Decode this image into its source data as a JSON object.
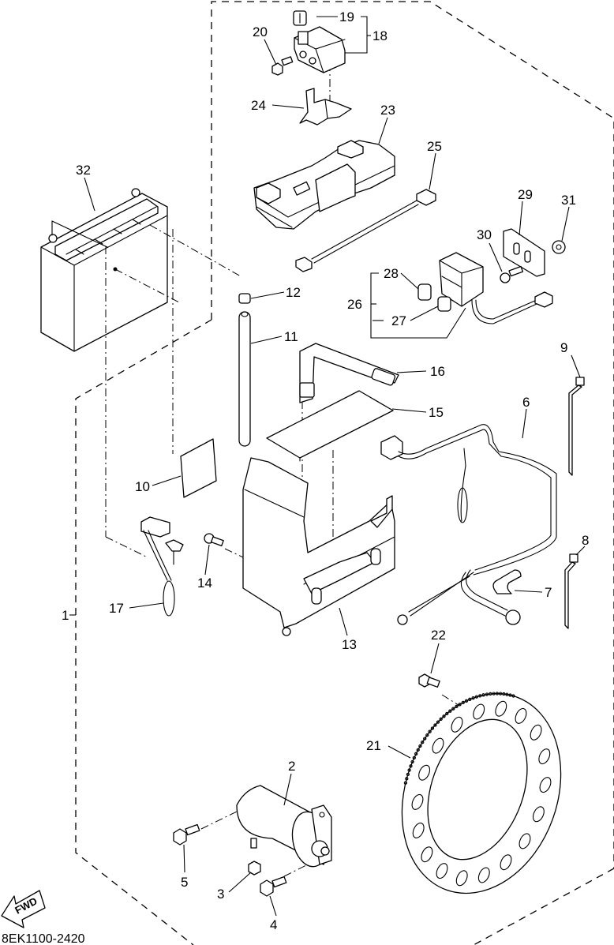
{
  "diagram": {
    "title": "Electrical parts exploded view",
    "drawing_code": "8EK1100-2420",
    "direction_indicator": "FWD",
    "group_outline": "dashed",
    "callouts": {
      "c1": "1",
      "c2": "2",
      "c3": "3",
      "c4": "4",
      "c5": "5",
      "c6": "6",
      "c7": "7",
      "c8": "8",
      "c9": "9",
      "c10": "10",
      "c11": "11",
      "c12": "12",
      "c13": "13",
      "c14": "14",
      "c15": "15",
      "c16": "16",
      "c17": "17",
      "c18": "18",
      "c19": "19",
      "c20": "20",
      "c21": "21",
      "c22": "22",
      "c23": "23",
      "c24": "24",
      "c25": "25",
      "c26": "26",
      "c27": "27",
      "c28": "28",
      "c29": "29",
      "c30": "30",
      "c31": "31",
      "c32": "32"
    },
    "parts": [
      {
        "ref": "1",
        "depicts": "assembly group (dashed outline)"
      },
      {
        "ref": "2",
        "depicts": "starter motor"
      },
      {
        "ref": "3",
        "depicts": "nut"
      },
      {
        "ref": "4",
        "depicts": "bolt"
      },
      {
        "ref": "5",
        "depicts": "bolt"
      },
      {
        "ref": "6",
        "depicts": "starter motor lead wire"
      },
      {
        "ref": "7",
        "depicts": "wire clamp"
      },
      {
        "ref": "8",
        "depicts": "cable tie"
      },
      {
        "ref": "9",
        "depicts": "cable tie"
      },
      {
        "ref": "10",
        "depicts": "pad"
      },
      {
        "ref": "11",
        "depicts": "breather pipe"
      },
      {
        "ref": "12",
        "depicts": "clip"
      },
      {
        "ref": "13",
        "depicts": "battery box"
      },
      {
        "ref": "14",
        "depicts": "bolt"
      },
      {
        "ref": "15",
        "depicts": "battery pad"
      },
      {
        "ref": "16",
        "depicts": "battery band"
      },
      {
        "ref": "17",
        "depicts": "negative lead"
      },
      {
        "ref": "18",
        "depicts": "starter relay"
      },
      {
        "ref": "19",
        "depicts": "fuse"
      },
      {
        "ref": "20",
        "depicts": "screw"
      },
      {
        "ref": "21",
        "depicts": "starter ring gear"
      },
      {
        "ref": "22",
        "depicts": "bolt"
      },
      {
        "ref": "23",
        "depicts": "relay cover"
      },
      {
        "ref": "24",
        "depicts": "bracket"
      },
      {
        "ref": "25",
        "depicts": "lead wire"
      },
      {
        "ref": "26",
        "depicts": "fuse box assembly"
      },
      {
        "ref": "27",
        "depicts": "fuse"
      },
      {
        "ref": "28",
        "depicts": "fuse"
      },
      {
        "ref": "29",
        "depicts": "bracket"
      },
      {
        "ref": "30",
        "depicts": "screw"
      },
      {
        "ref": "31",
        "depicts": "nut"
      },
      {
        "ref": "32",
        "depicts": "battery"
      }
    ]
  }
}
